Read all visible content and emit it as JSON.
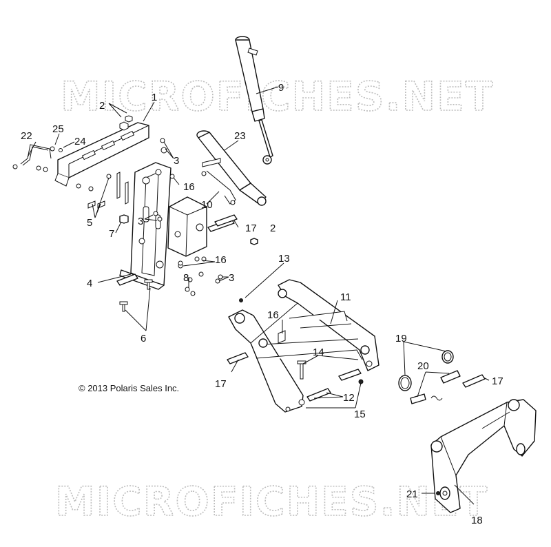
{
  "watermark": {
    "text_top": "MICROFICHES.NET",
    "text_bottom": "MICROFICHES.NET"
  },
  "copyright": "© 2013 Polaris Sales Inc.",
  "callouts": [
    {
      "id": "c1",
      "label": "1"
    },
    {
      "id": "c2a",
      "label": "2"
    },
    {
      "id": "c2b",
      "label": "2"
    },
    {
      "id": "c3a",
      "label": "3"
    },
    {
      "id": "c3b",
      "label": "3"
    },
    {
      "id": "c3c",
      "label": "3"
    },
    {
      "id": "c4",
      "label": "4"
    },
    {
      "id": "c5",
      "label": "5"
    },
    {
      "id": "c6",
      "label": "6"
    },
    {
      "id": "c7",
      "label": "7"
    },
    {
      "id": "c8",
      "label": "8"
    },
    {
      "id": "c9",
      "label": "9"
    },
    {
      "id": "c10",
      "label": "10"
    },
    {
      "id": "c11",
      "label": "11"
    },
    {
      "id": "c12",
      "label": "12"
    },
    {
      "id": "c13",
      "label": "13"
    },
    {
      "id": "c14",
      "label": "14"
    },
    {
      "id": "c15",
      "label": "15"
    },
    {
      "id": "c16a",
      "label": "16"
    },
    {
      "id": "c16b",
      "label": "16"
    },
    {
      "id": "c16c",
      "label": "16"
    },
    {
      "id": "c17a",
      "label": "17"
    },
    {
      "id": "c17b",
      "label": "17"
    },
    {
      "id": "c17c",
      "label": "17"
    },
    {
      "id": "c18",
      "label": "18"
    },
    {
      "id": "c19",
      "label": "19"
    },
    {
      "id": "c20",
      "label": "20"
    },
    {
      "id": "c21",
      "label": "21"
    },
    {
      "id": "c22",
      "label": "22"
    },
    {
      "id": "c23",
      "label": "23"
    },
    {
      "id": "c24",
      "label": "24"
    },
    {
      "id": "c25",
      "label": "25"
    }
  ]
}
